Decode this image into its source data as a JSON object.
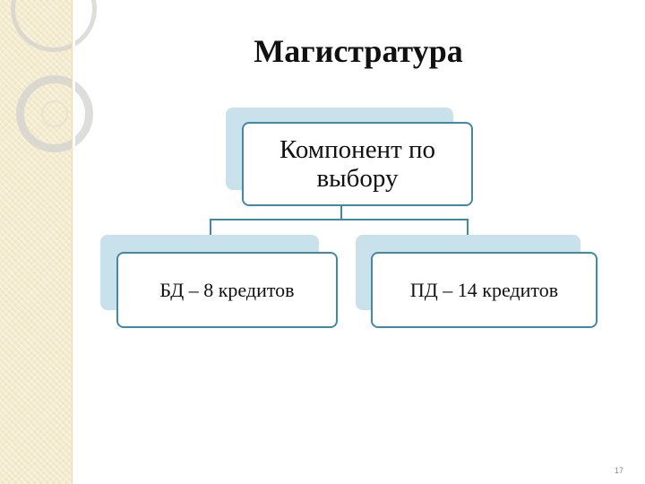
{
  "slide": {
    "title": "Магистратура",
    "number": "17"
  },
  "diagram": {
    "root": {
      "label": "Компонент по\nвыбору"
    },
    "children": [
      {
        "label": "БД – 8 кредитов"
      },
      {
        "label": "ПД – 14 кредитов"
      }
    ]
  },
  "colors": {
    "node_border": "#3f8aa8",
    "node_shadow": "#c9e1ea",
    "side_strip": "#f4ebcd"
  }
}
